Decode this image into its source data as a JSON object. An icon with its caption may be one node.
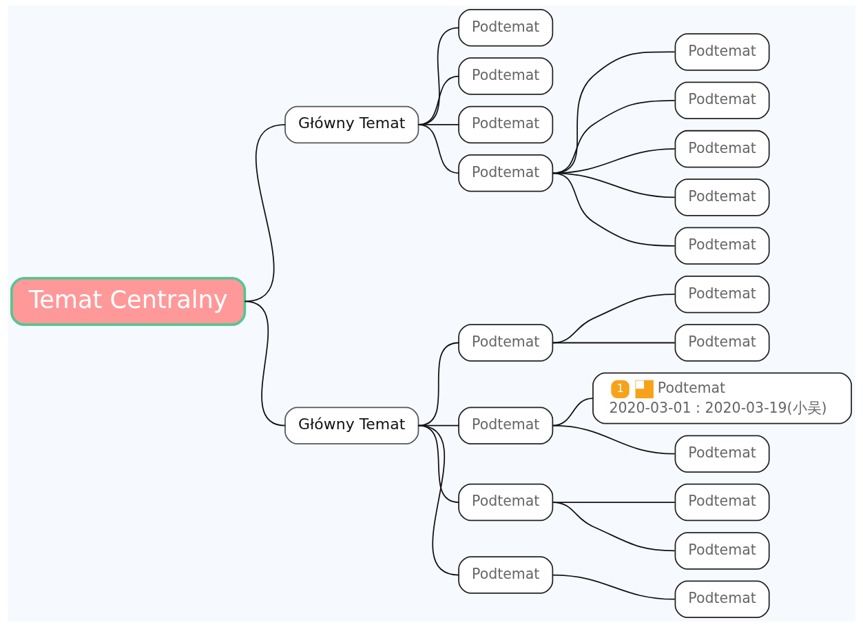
{
  "diagram": {
    "nodes": [
      {
        "text": [
          "Temat Centralny"
        ]
      },
      {
        "text": [
          "Główny Temat"
        ]
      },
      {
        "text": [
          "Podtemat"
        ]
      },
      {
        "text": [
          "Podtemat"
        ]
      },
      {
        "text": [
          "Podtemat"
        ]
      },
      {
        "text": [
          "Podtemat"
        ]
      },
      {
        "text": [
          "Podtemat"
        ]
      },
      {
        "text": [
          "Podtemat"
        ]
      },
      {
        "text": [
          "Podtemat"
        ]
      },
      {
        "text": [
          "Podtemat"
        ]
      },
      {
        "text": [
          "Podtemat"
        ]
      },
      {
        "text": [
          "Główny Temat"
        ]
      },
      {
        "text": [
          "Podtemat"
        ]
      },
      {
        "text": [
          "Podtemat"
        ]
      },
      {
        "text": [
          "Podtemat"
        ]
      },
      {
        "text": [
          "Podtemat"
        ]
      },
      {
        "text": [
          "1",
          "Podtemat",
          "2020-03-01 : 2020-03-19(小吴)"
        ]
      },
      {
        "text": [
          "Podtemat"
        ]
      },
      {
        "text": [
          "Podtemat"
        ]
      },
      {
        "text": [
          "Podtemat"
        ]
      },
      {
        "text": [
          "Podtemat"
        ]
      },
      {
        "text": [
          "Podtemat"
        ]
      },
      {
        "text": [
          "Podtemat"
        ]
      }
    ],
    "edges": [
      {
        "from": 0,
        "to": 1,
        "arrow": "none"
      },
      {
        "from": 0,
        "to": 11,
        "arrow": "none"
      },
      {
        "from": 1,
        "to": 2,
        "arrow": "none"
      },
      {
        "from": 1,
        "to": 3,
        "arrow": "none"
      },
      {
        "from": 1,
        "to": 4,
        "arrow": "none"
      },
      {
        "from": 1,
        "to": 5,
        "arrow": "none"
      },
      {
        "from": 5,
        "to": 6,
        "arrow": "none"
      },
      {
        "from": 5,
        "to": 7,
        "arrow": "none"
      },
      {
        "from": 5,
        "to": 8,
        "arrow": "none"
      },
      {
        "from": 5,
        "to": 9,
        "arrow": "none"
      },
      {
        "from": 5,
        "to": 10,
        "arrow": "none"
      },
      {
        "from": 11,
        "to": 12,
        "arrow": "none"
      },
      {
        "from": 11,
        "to": 15,
        "arrow": "none"
      },
      {
        "from": 11,
        "to": 18,
        "arrow": "none"
      },
      {
        "from": 11,
        "to": 21,
        "arrow": "none"
      },
      {
        "from": 12,
        "to": 13,
        "arrow": "none"
      },
      {
        "from": 12,
        "to": 14,
        "arrow": "none"
      },
      {
        "from": 15,
        "to": 16,
        "arrow": "none"
      },
      {
        "from": 15,
        "to": 17,
        "arrow": "none"
      },
      {
        "from": 18,
        "to": 19,
        "arrow": "none"
      },
      {
        "from": 18,
        "to": 20,
        "arrow": "none"
      },
      {
        "from": 21,
        "to": 22,
        "arrow": "none"
      }
    ]
  }
}
